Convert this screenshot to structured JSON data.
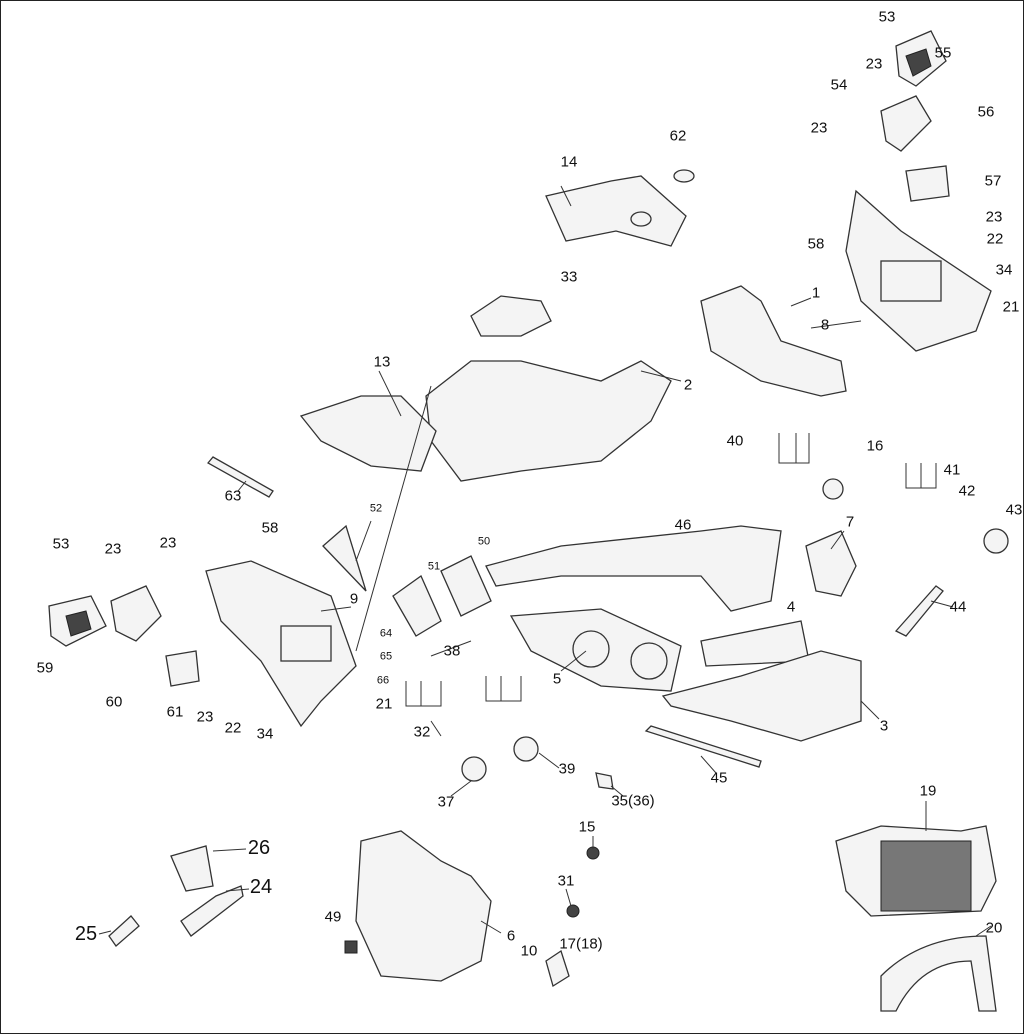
{
  "diagram": {
    "type": "exploded-parts-diagram",
    "callouts": [
      "53",
      "55",
      "23",
      "54",
      "56",
      "23",
      "57",
      "23",
      "22",
      "58",
      "34",
      "21",
      "8",
      "1",
      "62",
      "14",
      "33",
      "2",
      "13",
      "40",
      "16",
      "41",
      "42",
      "43",
      "46",
      "7",
      "4",
      "44",
      "5",
      "3",
      "45",
      "63",
      "52",
      "58",
      "53",
      "23",
      "23",
      "9",
      "50",
      "51",
      "64",
      "65",
      "66",
      "38",
      "59",
      "60",
      "61",
      "23",
      "22",
      "34",
      "21",
      "32",
      "39",
      "37",
      "35(36)",
      "19",
      "15",
      "26",
      "24",
      "31",
      "49",
      "25",
      "6",
      "10",
      "17(18)",
      "20"
    ]
  }
}
